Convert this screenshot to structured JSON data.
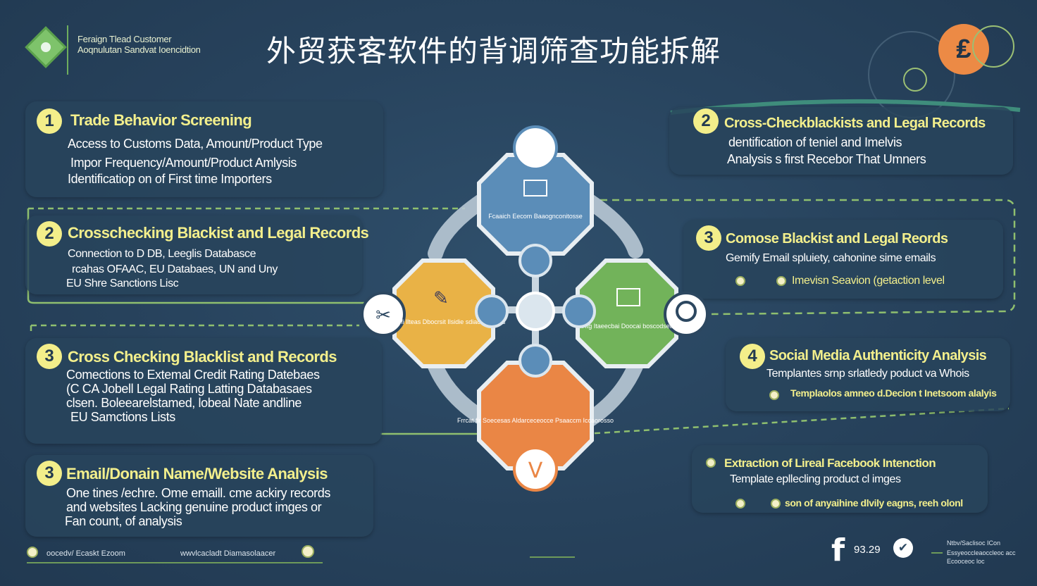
{
  "header": {
    "brand_line1": "Feraign Tlead Customer",
    "brand_line2": "Aoqnulutan Sandvat Ioencidtion",
    "title": "外贸获客软件的背调筛查功能拆解",
    "coin_symbol": "₤"
  },
  "left_cards": [
    {
      "number": "1",
      "title": "Trade Behavior Screening",
      "lines": [
        "Access to Customs Data, Amount/Product Type",
        "Impor Frequency/Amount/Product Amlysis",
        "Identificatiop on of First time Importers"
      ]
    },
    {
      "number": "2",
      "title": "Crosschecking Blackist and Legal Records",
      "lines": [
        "Connection to D DB, Leeglis Databasce",
        "rcahas  OFAAC, EU Databaes, UN and Uny",
        "EU Shre Sanctions Lisc"
      ]
    },
    {
      "number": "3",
      "title": "Cross Checking Blacklist and Records",
      "lines": [
        "Comections to Extemal Credit Rating Datebaes",
        "(C CA Jobell Legal Rating Latting Databasaes",
        "clsen. Boleearelstamed, lobeal Nate andline",
        "EU Samctions Lists"
      ]
    },
    {
      "number": "3",
      "title": "Email/Donain Name/Website Analysis",
      "lines": [
        "One tines /echre. Ome emaill. cme ackiry records",
        "and websites Lacking genuine product imges or",
        "Fan count, of analysis"
      ]
    }
  ],
  "right_cards": [
    {
      "number": "2",
      "title": "Cross-Checkblackists and Legal Records",
      "lines": [
        "dentification of teniel and Imelvis",
        "Analysis  s first Recebor That Umners"
      ]
    },
    {
      "number": "3",
      "title": "Comose Blackist and Legal Reords",
      "lines": [
        "Gemify Email spluiety, cahonine sime emails"
      ],
      "bullet": "Imevisn Seavion (getaction level"
    },
    {
      "number": "4",
      "title": "Social Media Authenticity Analysis",
      "lines": [
        "Templantes srnp srlatledy poduct va Whois"
      ],
      "bullet": "Templaolos amneo d.Decion t Inetsoom alalyis"
    },
    {
      "title": "Extraction of Lireal Facebook Intenction",
      "lines": [
        "Template epllecling product cl imges"
      ],
      "bullet": "son of anyaihine dlvily eagns, reeh olonl"
    }
  ],
  "diagram": {
    "top_label": "Fcaaich Eecom Baaognconitosse",
    "left_label": "Soocrs fi llteas Dbocrsit Ilsidie sdiacrescmics",
    "right_label": "Rtg Itaeecbai Doocai boscodsets",
    "bottom_label": "Frrcat  fir Soecesas Aldarceceocce Psaaccm Iccaorosso",
    "colors": {
      "blue": "#5b8db8",
      "yellow": "#e9b246",
      "green": "#72b35a",
      "orange": "#ea8645"
    }
  },
  "footer": {
    "left_text": "oocedv/ Ecaskt Ezoom",
    "middle_text": "wwvlcacladt Diamasolaacer",
    "social_count": "93.29",
    "right_line1": "Ntbv/Saclisoc ICon",
    "right_line2": "Essyeoccleaoccleoc acc",
    "right_line3": "Ecooceoc loc"
  }
}
